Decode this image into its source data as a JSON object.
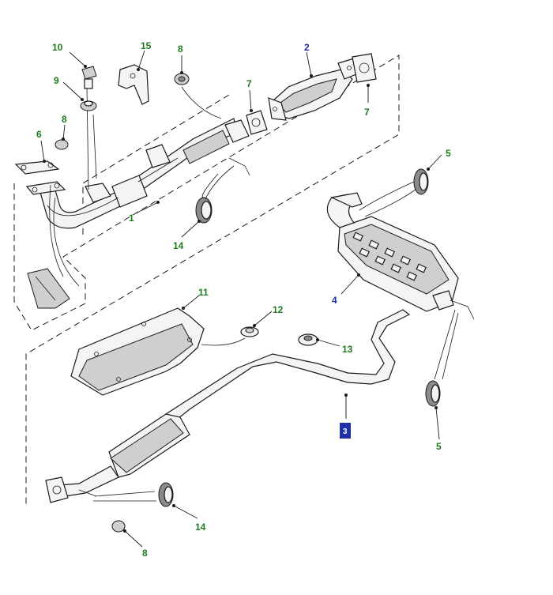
{
  "diagram": {
    "callouts": [
      {
        "id": "c10",
        "label": "10",
        "color": "#1f7a1f"
      },
      {
        "id": "c15",
        "label": "15",
        "color": "#1f7a1f"
      },
      {
        "id": "c8a",
        "label": "8",
        "color": "#1f7a1f"
      },
      {
        "id": "c2",
        "label": "2",
        "color": "#1f2fa8"
      },
      {
        "id": "c9",
        "label": "9",
        "color": "#1f7a1f"
      },
      {
        "id": "c7a",
        "label": "7",
        "color": "#1f7a1f"
      },
      {
        "id": "c7b",
        "label": "7",
        "color": "#1f7a1f"
      },
      {
        "id": "c8b",
        "label": "8",
        "color": "#1f7a1f"
      },
      {
        "id": "c6",
        "label": "6",
        "color": "#1f7a1f"
      },
      {
        "id": "c5a",
        "label": "5",
        "color": "#1f7a1f"
      },
      {
        "id": "c1",
        "label": "1",
        "color": "#1f7a1f"
      },
      {
        "id": "c14a",
        "label": "14",
        "color": "#1f7a1f"
      },
      {
        "id": "c4",
        "label": "4",
        "color": "#1f2fa8"
      },
      {
        "id": "c11",
        "label": "11",
        "color": "#1f7a1f"
      },
      {
        "id": "c12",
        "label": "12",
        "color": "#1f7a1f"
      },
      {
        "id": "c13",
        "label": "13",
        "color": "#1f7a1f"
      },
      {
        "id": "c3",
        "label": "3",
        "color": "#1f2fa8"
      },
      {
        "id": "c5b",
        "label": "5",
        "color": "#1f7a1f"
      },
      {
        "id": "c14b",
        "label": "14",
        "color": "#1f7a1f"
      },
      {
        "id": "c8c",
        "label": "8",
        "color": "#1f7a1f"
      }
    ]
  }
}
